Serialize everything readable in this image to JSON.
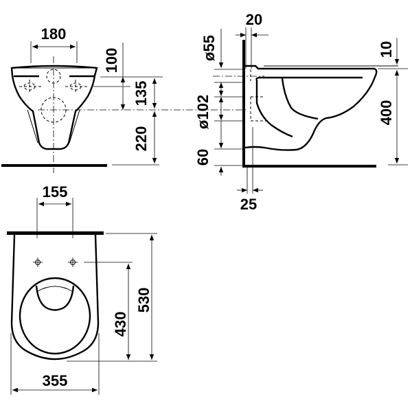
{
  "title": "Wall-hung toilet dimensional drawing",
  "views": {
    "front": {
      "label": "front-view",
      "dimensions": {
        "fixing_hole_spacing": "180",
        "top_to_inlet": "100",
        "inlet_to_outlet": "135",
        "outlet_to_floor": "220"
      }
    },
    "side": {
      "label": "side-view",
      "dimensions": {
        "inlet_offset_wall": "20",
        "inlet_diameter": "ø55",
        "outlet_diameter": "ø102",
        "bottom_clearance": "60",
        "rim_thickness": "10",
        "rim_height": "400",
        "outlet_offset_wall": "25"
      }
    },
    "top": {
      "label": "top-view",
      "dimensions": {
        "seat_hole_spacing": "155",
        "width": "355",
        "hole_to_front": "430",
        "length": "530"
      }
    }
  },
  "colors": {
    "line": "#000000",
    "background": "#ffffff"
  }
}
